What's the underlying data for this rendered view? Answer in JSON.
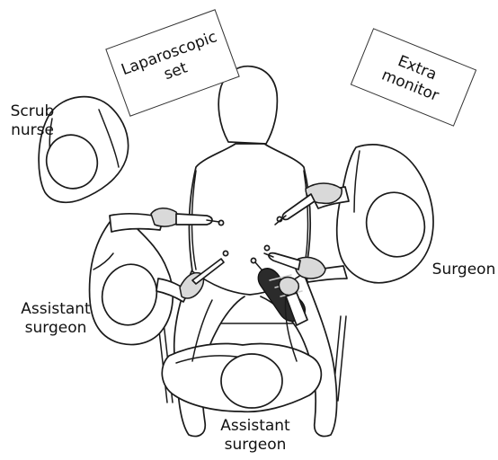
{
  "boxes": {
    "laparoscopic_set": {
      "line1": "Laparoscopic",
      "line2": "set"
    },
    "extra_monitor": {
      "line1": "Extra",
      "line2": "monitor"
    }
  },
  "labels": {
    "scrub_nurse": {
      "line1": "Scrub",
      "line2": "nurse"
    },
    "surgeon": "Surgeon",
    "assistant_left": {
      "line1": "Assistant",
      "line2": "surgeon"
    },
    "assistant_bottom": {
      "line1": "Assistant",
      "line2": "surgeon"
    }
  },
  "colors": {
    "line": "#1a1a1a",
    "fill": "#ffffff",
    "glove": "#d9d9d9",
    "camera": "#2b2b2b"
  }
}
